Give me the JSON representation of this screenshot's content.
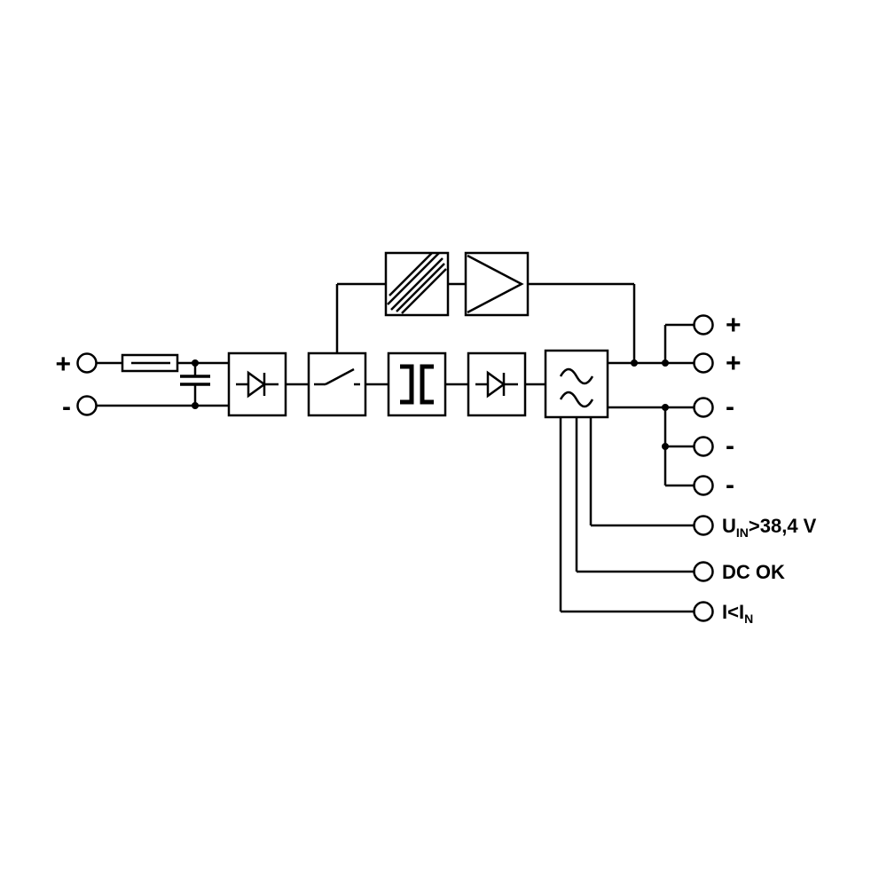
{
  "colors": {
    "line": "#000000",
    "background": "#ffffff"
  },
  "input_terminals": [
    {
      "label": "+"
    },
    {
      "label": "-"
    }
  ],
  "output_terminals": [
    {
      "label": "+"
    },
    {
      "label": "+"
    },
    {
      "label": "-"
    },
    {
      "label": "-"
    },
    {
      "label": "-"
    }
  ],
  "signal_outputs": [
    {
      "pre": "U",
      "sub": "IN",
      "post": ">38,4 V"
    },
    {
      "pre": "DC OK",
      "sub": "",
      "post": ""
    },
    {
      "pre": "I<I",
      "sub": "N",
      "post": ""
    }
  ],
  "icons": {
    "fuse": "fuse-icon",
    "capacitor": "capacitor-icon",
    "input_diode": "diode-icon",
    "switch": "switch-icon",
    "transformer": "transformer-icon",
    "rectifier_diode": "diode-icon",
    "output_filter": "sine-filter-icon",
    "aux_converter": "diagonal-hatch-icon",
    "signal_stage": "flag-icon"
  }
}
